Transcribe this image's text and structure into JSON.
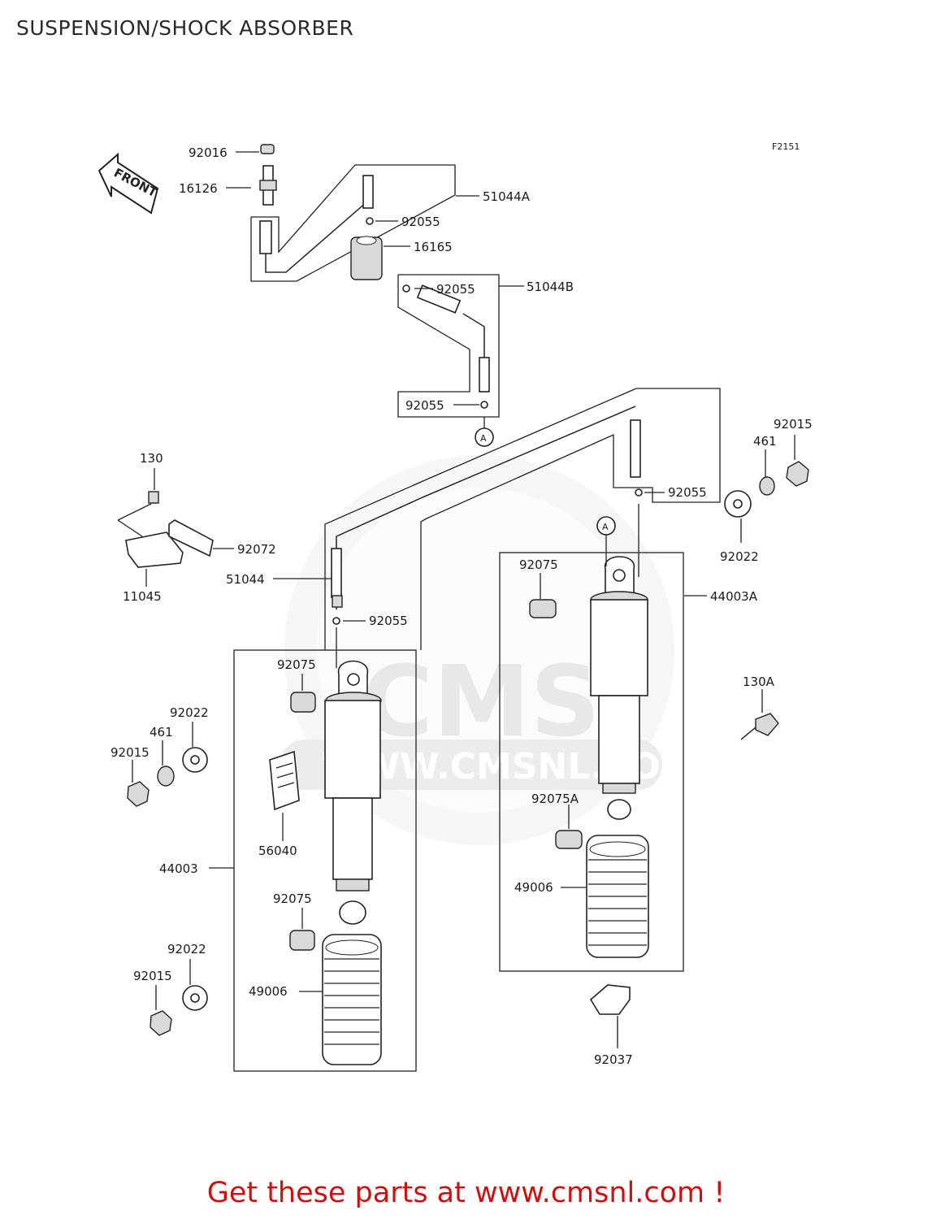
{
  "title": "SUSPENSION/SHOCK ABSORBER",
  "figure_code": "F2151",
  "front_label": "FRONT",
  "ref_marker": "A",
  "watermark": {
    "text": "CMS",
    "url": "WWW.CMSNL.COM"
  },
  "footer": "Get these parts at www.cmsnl.com !",
  "labels": {
    "p92016": "92016",
    "p16126": "16126",
    "p51044A": "51044A",
    "p92055_top": "92055",
    "p16165": "16165",
    "p92055_b1": "92055",
    "p51044B": "51044B",
    "p92055_b2": "92055",
    "p92015_r": "92015",
    "p461_r": "461",
    "p92055_r": "92055",
    "p92022_r": "92022",
    "p130": "130",
    "p92072": "92072",
    "p11045": "11045",
    "p51044": "51044",
    "p92055_l": "92055",
    "p92075_r1": "92075",
    "p44003A": "44003A",
    "p92075_l1": "92075",
    "p130A": "130A",
    "p92022_l1": "92022",
    "p461_l": "461",
    "p92015_l1": "92015",
    "p92075A": "92075A",
    "p56040": "56040",
    "p44003": "44003",
    "p49006_r": "49006",
    "p92075_l2": "92075",
    "p92022_l2": "92022",
    "p92015_l2": "92015",
    "p49006_l": "49006",
    "p92037": "92037"
  }
}
